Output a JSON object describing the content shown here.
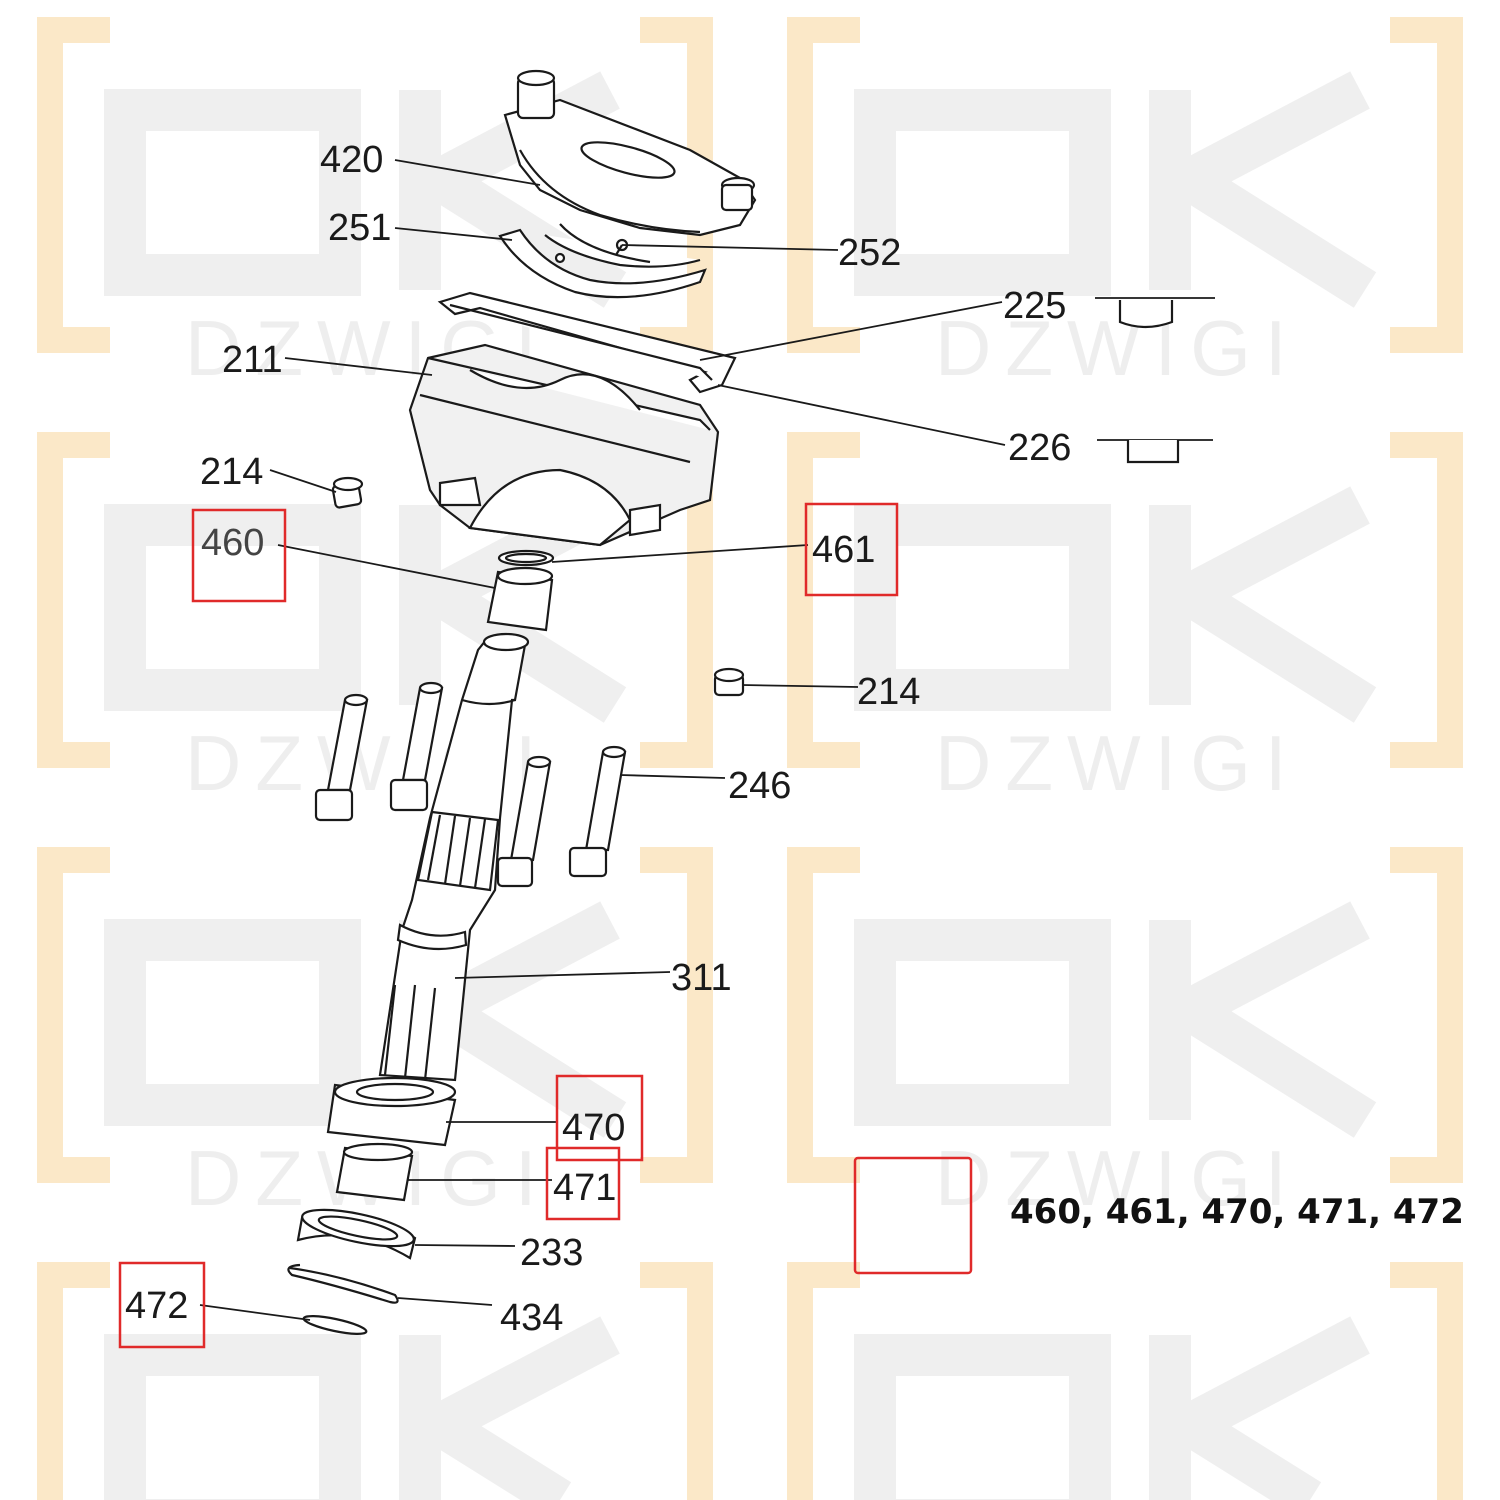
{
  "watermark": {
    "brand": "OK",
    "subtitle": "DZWIGI",
    "accent_color": "#fbe8c8",
    "letter_color": "#efefef"
  },
  "highlight_color": "#e02a2a",
  "callouts": [
    {
      "id": "420",
      "label": "420"
    },
    {
      "id": "251",
      "label": "251"
    },
    {
      "id": "252",
      "label": "252"
    },
    {
      "id": "225",
      "label": "225"
    },
    {
      "id": "211",
      "label": "211"
    },
    {
      "id": "226",
      "label": "226"
    },
    {
      "id": "214a",
      "label": "214"
    },
    {
      "id": "460",
      "label": "460"
    },
    {
      "id": "461",
      "label": "461"
    },
    {
      "id": "214b",
      "label": "214"
    },
    {
      "id": "246",
      "label": "246"
    },
    {
      "id": "311",
      "label": "311"
    },
    {
      "id": "470",
      "label": "470"
    },
    {
      "id": "471",
      "label": "471"
    },
    {
      "id": "233",
      "label": "233"
    },
    {
      "id": "472",
      "label": "472"
    },
    {
      "id": "434",
      "label": "434"
    }
  ],
  "legend": {
    "text": "460, 461, 470, 471, 472"
  }
}
